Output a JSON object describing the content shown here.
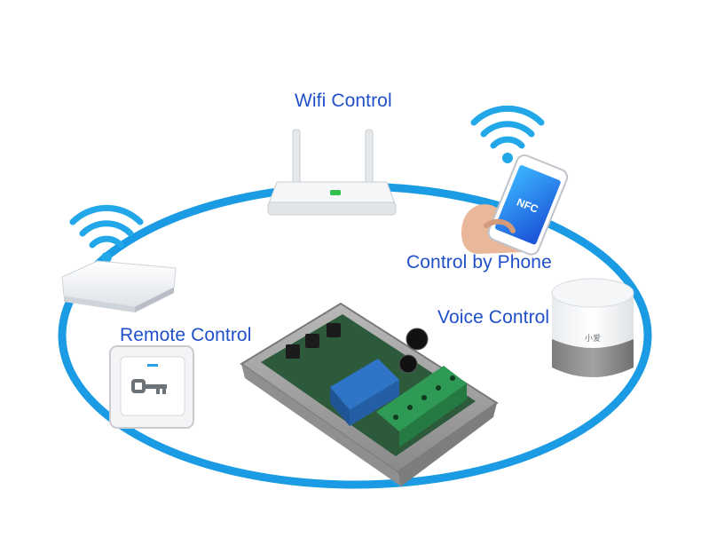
{
  "labels": {
    "wifi_control": "Wifi Control",
    "control_by_phone": "Control by Phone",
    "voice_control": "Voice Control",
    "remote_control": "Remote Control"
  },
  "phone_screen_text": "NFC",
  "speaker_brand": "小爱",
  "colors": {
    "label_text": "#1f4fc9",
    "ring": "#1a9be3",
    "wifi_signal": "#22a8e8",
    "relay_blue": "#2e74c7",
    "terminal_green": "#2f9a55",
    "pcb_green": "#2c5a3a",
    "enclosure_gray": "#9c9c9c",
    "speaker_fabric": "#8e8e8e"
  },
  "icons": [
    "wifi-signal-icon",
    "key-icon"
  ]
}
